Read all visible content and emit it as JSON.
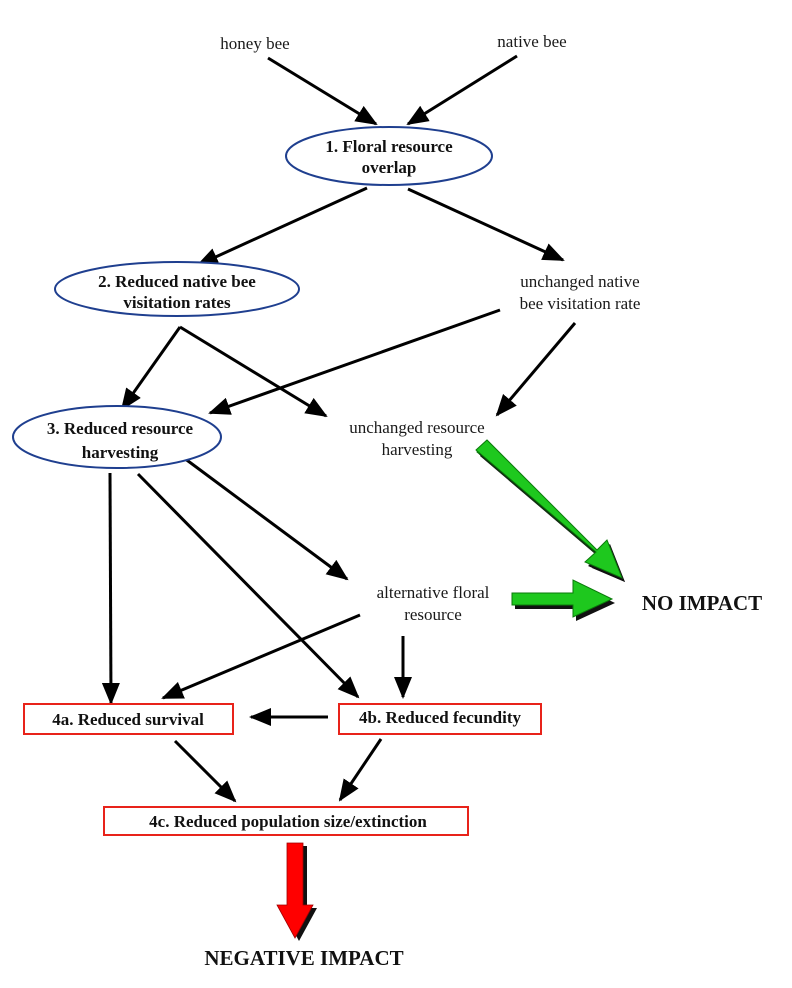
{
  "diagram": {
    "inputs": {
      "honey_bee": "honey bee",
      "native_bee": "native bee"
    },
    "nodes": {
      "n1": {
        "line1": "1. Floral resource",
        "line2": "overlap",
        "shape": "ellipse"
      },
      "n2": {
        "line1": "2. Reduced native bee",
        "line2": "visitation rates",
        "shape": "ellipse"
      },
      "n2alt": {
        "line1": "unchanged native",
        "line2": "bee visitation rate",
        "shape": "text"
      },
      "n3": {
        "line1": "3. Reduced resource",
        "line2": "harvesting",
        "shape": "ellipse"
      },
      "n3alt": {
        "line1": "unchanged resource",
        "line2": "harvesting",
        "shape": "text"
      },
      "alt_floral": {
        "line1": "alternative floral",
        "line2": "resource",
        "shape": "text"
      },
      "n4a": {
        "label": "4a. Reduced survival",
        "shape": "box"
      },
      "n4b": {
        "label": "4b. Reduced fecundity",
        "shape": "box"
      },
      "n4c": {
        "label": "4c. Reduced population size/extinction",
        "shape": "box"
      }
    },
    "outcomes": {
      "no_impact": "NO IMPACT",
      "negative_impact": "NEGATIVE IMPACT"
    },
    "edges": [
      {
        "from": "honey_bee",
        "to": "n1"
      },
      {
        "from": "native_bee",
        "to": "n1"
      },
      {
        "from": "n1",
        "to": "n2"
      },
      {
        "from": "n1",
        "to": "n2alt"
      },
      {
        "from": "n2",
        "to": "n3"
      },
      {
        "from": "n2",
        "to": "n3alt"
      },
      {
        "from": "n2alt",
        "to": "n3"
      },
      {
        "from": "n2alt",
        "to": "n3alt"
      },
      {
        "from": "n3",
        "to": "n4a"
      },
      {
        "from": "n3",
        "to": "n4b"
      },
      {
        "from": "n3",
        "to": "alt_floral"
      },
      {
        "from": "alt_floral",
        "to": "n4a"
      },
      {
        "from": "alt_floral",
        "to": "n4b"
      },
      {
        "from": "n4b",
        "to": "n4a"
      },
      {
        "from": "n4a",
        "to": "n4c"
      },
      {
        "from": "n4b",
        "to": "n4c"
      },
      {
        "from": "n3alt",
        "to": "no_impact",
        "style": "green-block-arrow"
      },
      {
        "from": "alt_floral",
        "to": "no_impact",
        "style": "green-block-arrow"
      },
      {
        "from": "n4c",
        "to": "negative_impact",
        "style": "red-block-arrow"
      }
    ],
    "colors": {
      "ellipse_stroke": "#1f3f8f",
      "box_stroke": "#e8231a",
      "positive_arrow": "#1ec81e",
      "negative_arrow": "#ff0000",
      "edge": "#000000"
    }
  }
}
